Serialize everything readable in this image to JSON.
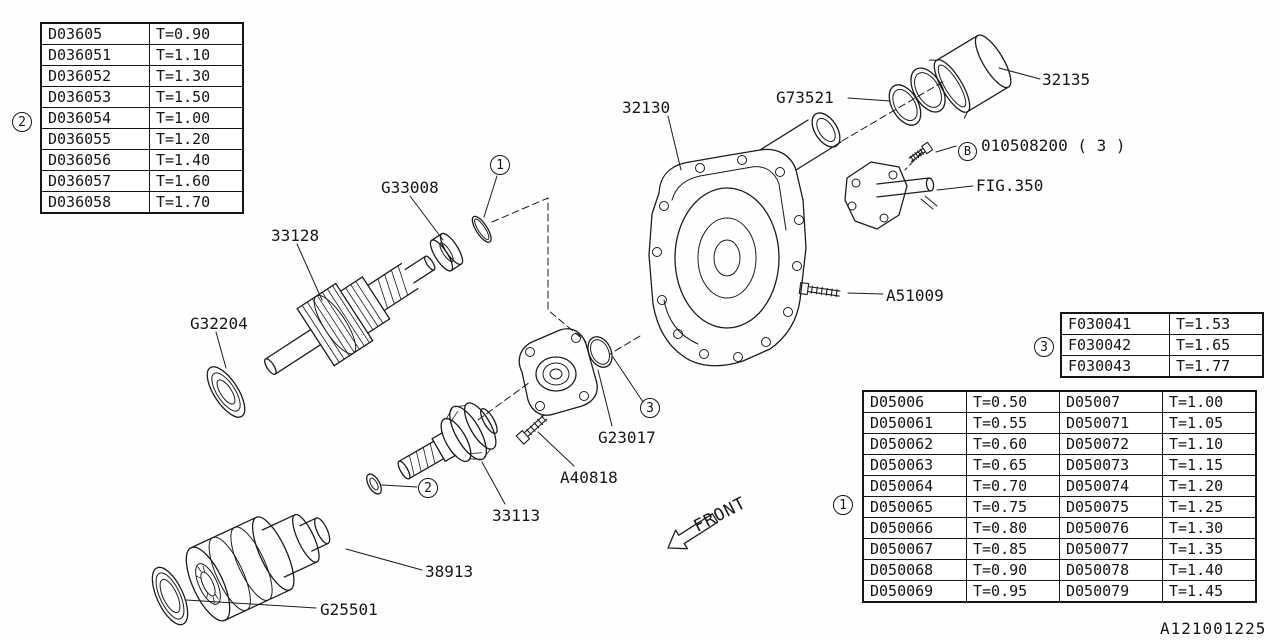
{
  "diagram": {
    "id": "A121001225",
    "front_label": "FRONT"
  },
  "callouts": {
    "c32130": "32130",
    "g73521": "G73521",
    "c32135": "32135",
    "bolt_b": {
      "badge": "B",
      "number": "010508200",
      "qty": "( 3 )"
    },
    "fig350": "FIG.350",
    "a51009": "A51009",
    "g33008": "G33008",
    "badge1": "1",
    "c33128": "33128",
    "g32204": "G32204",
    "g23017": "G23017",
    "badge3": "3",
    "a40818": "A40818",
    "c33113": "33113",
    "badge2": "2",
    "c38913": "38913",
    "g25501": "G25501"
  },
  "table2": {
    "badge": "2",
    "rows": [
      {
        "part": "D03605",
        "t": "T=0.90"
      },
      {
        "part": "D036051",
        "t": "T=1.10"
      },
      {
        "part": "D036052",
        "t": "T=1.30"
      },
      {
        "part": "D036053",
        "t": "T=1.50"
      },
      {
        "part": "D036054",
        "t": "T=1.00"
      },
      {
        "part": "D036055",
        "t": "T=1.20"
      },
      {
        "part": "D036056",
        "t": "T=1.40"
      },
      {
        "part": "D036057",
        "t": "T=1.60"
      },
      {
        "part": "D036058",
        "t": "T=1.70"
      }
    ]
  },
  "table3": {
    "badge": "3",
    "rows": [
      {
        "part": "F030041",
        "t": "T=1.53"
      },
      {
        "part": "F030042",
        "t": "T=1.65"
      },
      {
        "part": "F030043",
        "t": "T=1.77"
      }
    ]
  },
  "table1": {
    "badge": "1",
    "rows": [
      {
        "p1": "D05006",
        "t1": "T=0.50",
        "p2": "D05007",
        "t2": "T=1.00"
      },
      {
        "p1": "D050061",
        "t1": "T=0.55",
        "p2": "D050071",
        "t2": "T=1.05"
      },
      {
        "p1": "D050062",
        "t1": "T=0.60",
        "p2": "D050072",
        "t2": "T=1.10"
      },
      {
        "p1": "D050063",
        "t1": "T=0.65",
        "p2": "D050073",
        "t2": "T=1.15"
      },
      {
        "p1": "D050064",
        "t1": "T=0.70",
        "p2": "D050074",
        "t2": "T=1.20"
      },
      {
        "p1": "D050065",
        "t1": "T=0.75",
        "p2": "D050075",
        "t2": "T=1.25"
      },
      {
        "p1": "D050066",
        "t1": "T=0.80",
        "p2": "D050076",
        "t2": "T=1.30"
      },
      {
        "p1": "D050067",
        "t1": "T=0.85",
        "p2": "D050077",
        "t2": "T=1.35"
      },
      {
        "p1": "D050068",
        "t1": "T=0.90",
        "p2": "D050078",
        "t2": "T=1.40"
      },
      {
        "p1": "D050069",
        "t1": "T=0.95",
        "p2": "D050079",
        "t2": "T=1.45"
      }
    ]
  }
}
